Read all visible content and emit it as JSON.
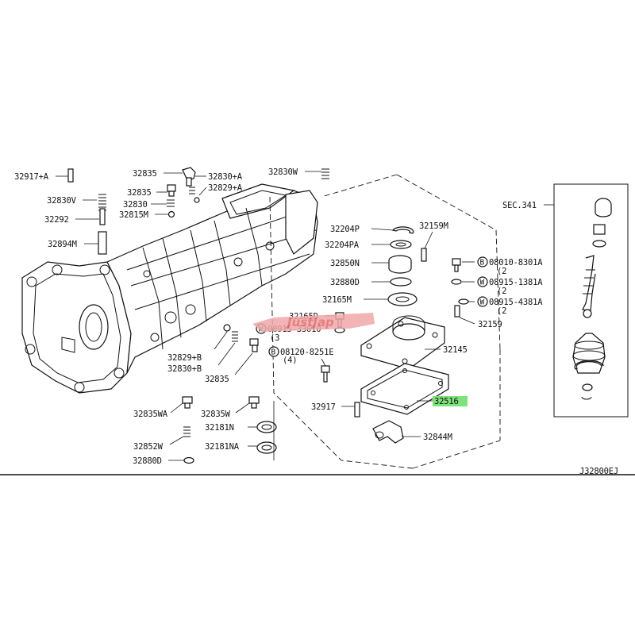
{
  "diagram_code": "J32800EJ",
  "section_ref": "SEC.341",
  "highlight_color": "#7ee37a",
  "watermark": "JustJap",
  "parts": {
    "p32917A": "32917+A",
    "p32830V": "32830V",
    "p32292": "32292",
    "p32894M": "32894M",
    "p32835_top": "32835",
    "p32835_2": "32835",
    "p32830": "32830",
    "p32815M": "32815M",
    "p32830A": "32830+A",
    "p32829A": "32829+A",
    "p32830W": "32830W",
    "p32204P": "32204P",
    "p32204PA": "32204PA",
    "p32850N": "32850N",
    "p32880D": "32880D",
    "p32165M": "32165M",
    "p32159M": "32159M",
    "p32165D": "32165D",
    "p32159": "32159",
    "p32145": "32145",
    "p32516": "32516",
    "p32917": "32917",
    "p32844M": "32844M",
    "p32829B": "32829+B",
    "p32830B": "32830+B",
    "p32835_3": "32835",
    "p32835WA": "32835WA",
    "p32835W": "32835W",
    "p32181N": "32181N",
    "p32181NA": "32181NA",
    "p32852W": "32852W",
    "p32880D_2": "32880D"
  },
  "fasteners": {
    "w_33610": {
      "prefix": "W",
      "code": "08915-33610",
      "qty": "(3"
    },
    "b_8251E": {
      "prefix": "B",
      "code": "08120-8251E",
      "qty": "(4)"
    },
    "b_8301A": {
      "prefix": "B",
      "code": "08010-8301A",
      "qty": "(2"
    },
    "w_1381A": {
      "prefix": "W",
      "code": "08915-1381A",
      "qty": "(2"
    },
    "w_4381A": {
      "prefix": "W",
      "code": "08915-4381A",
      "qty": "(2"
    }
  }
}
